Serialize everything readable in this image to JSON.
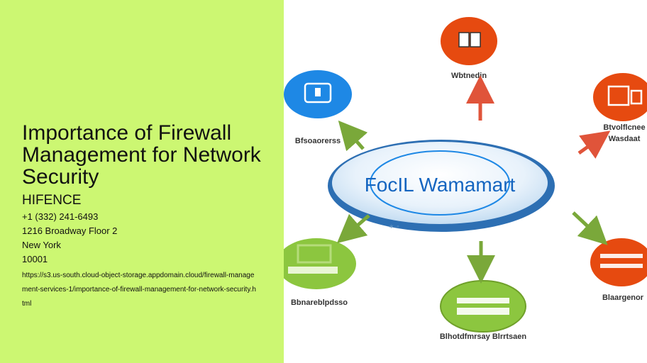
{
  "article": {
    "title": "Importance of Firewall Management for Network Security",
    "company": "HIFENCE",
    "phone": "+1 (332) 241-6493",
    "address_line1": "1216 Broadway Floor 2",
    "city": "New York",
    "zip": "10001",
    "url": "https://s3.us-south.cloud-object-storage.appdomain.cloud/firewall-management-services-1/importance-of-firewall-management-for-network-security.html"
  },
  "diagram": {
    "center_label": "FocIL Wamamart",
    "labels": {
      "top": "Wbtnedin",
      "left": "Bfsoaorerss",
      "right_top_1": "Btvolflcnee",
      "right_top_2": "Wasdaat",
      "right_bottom": "Blaargenor",
      "bottom": "Blhotdfmrsay Blrrtsaen",
      "bottom_left": "Bbnareblpdsso"
    },
    "colors": {
      "orange": "#e64a10",
      "blue": "#1e88e5",
      "green": "#8cc63f",
      "arrow_green": "#7aa83a",
      "arrow_red": "#e0543a"
    },
    "icons": [
      "laptop-icon",
      "monitor-icon",
      "document-icon",
      "firewall-icon"
    ]
  }
}
